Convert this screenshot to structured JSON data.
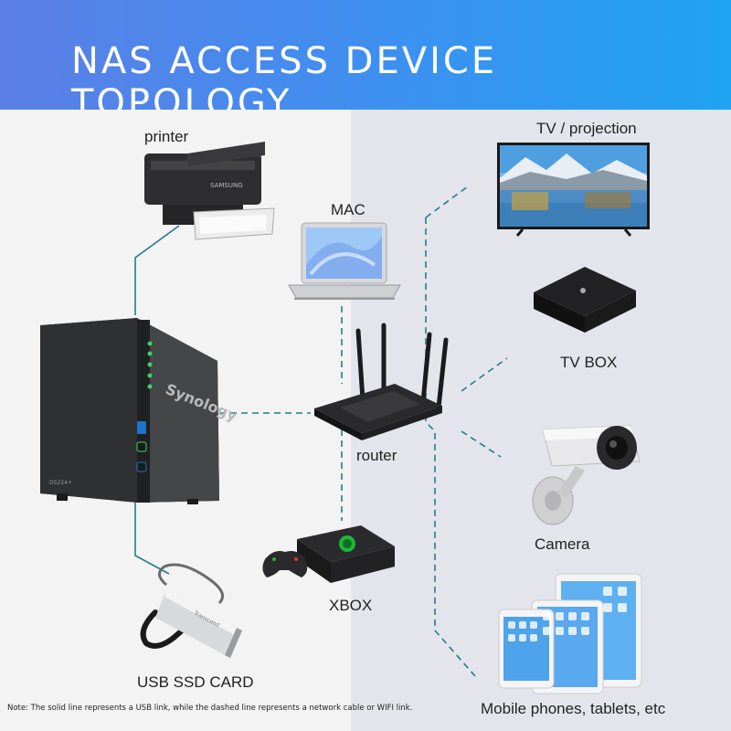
{
  "title": "NAS ACCESS DEVICE TOPOLOGY",
  "devices": {
    "printer": "printer",
    "mac": "MAC",
    "tv": "TV / projection",
    "tvbox": "TV BOX",
    "router": "router",
    "camera": "Camera",
    "xbox": "XBOX",
    "usb": "USB SSD CARD",
    "mobile": "Mobile phones, tablets, etc"
  },
  "nas": {
    "brand": "Synology",
    "model": "DS224+"
  },
  "printer_brand": "SAMSUNG",
  "usb_brand": "Transcend",
  "note": "Note: The solid line represents a USB link, while the dashed line represents a network cable or WIFI link.",
  "colors": {
    "link": "#1f7f8c",
    "header_start": "#5b7fe6",
    "header_end": "#1fa3f3"
  }
}
